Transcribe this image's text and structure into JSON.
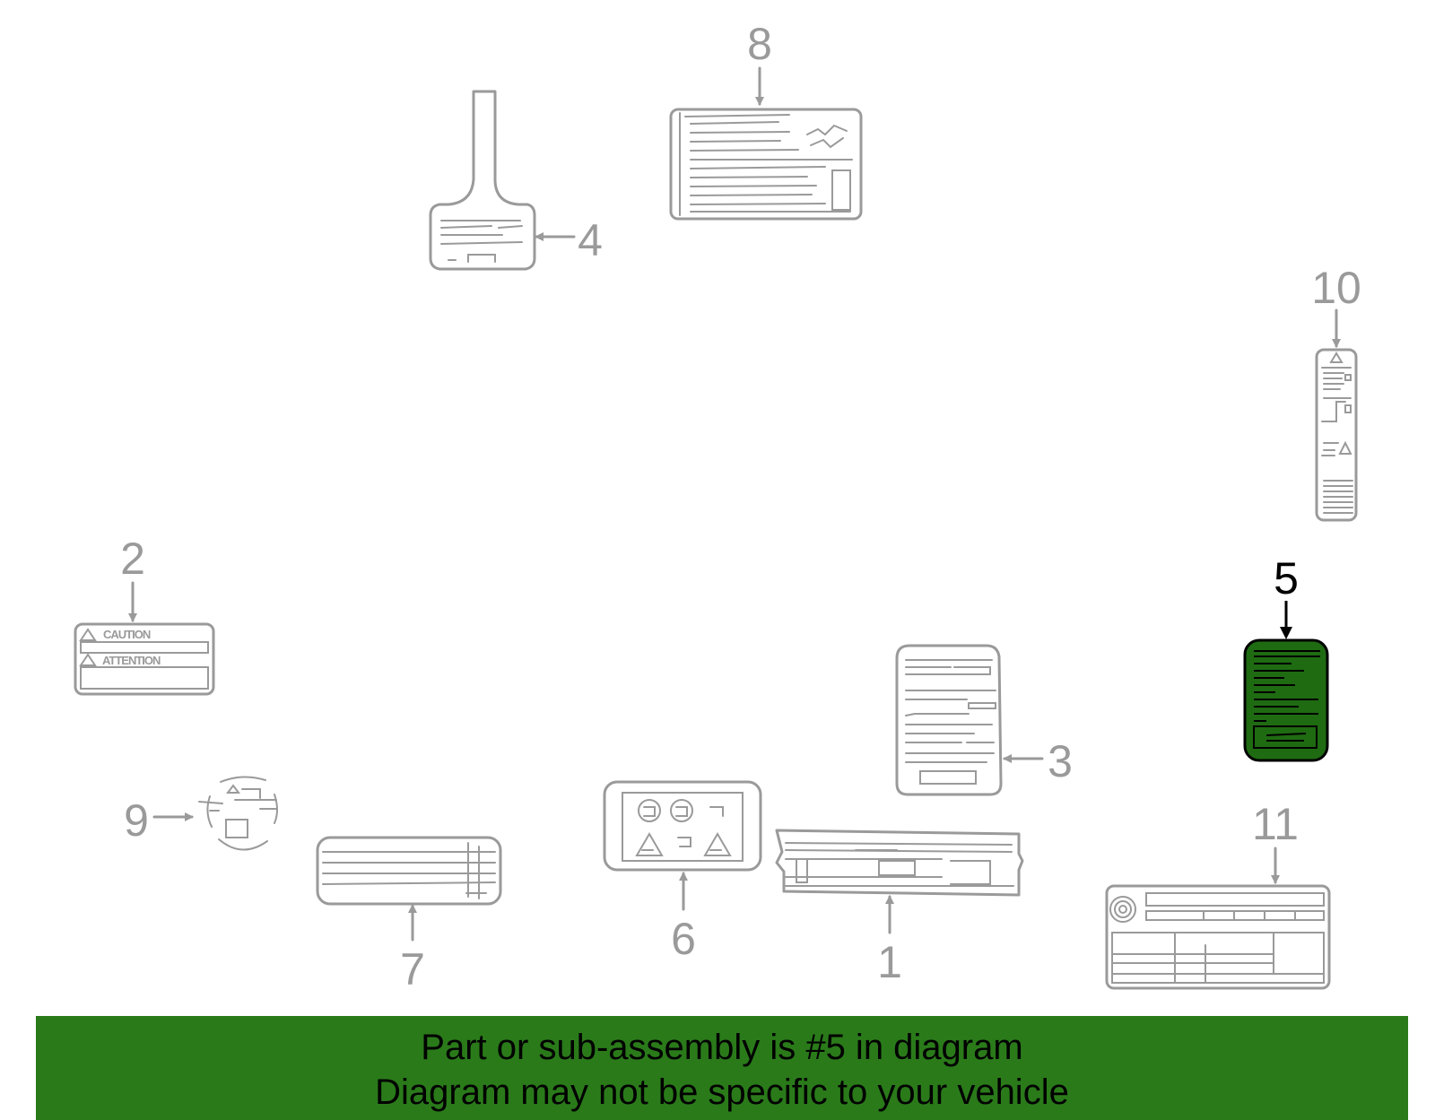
{
  "colors": {
    "highlight_fill": "#1f6b12",
    "banner_bg": "#2a7a1a",
    "part_stroke": "#9a9a9a",
    "highlight_stroke": "#000000"
  },
  "callouts": {
    "c1": "1",
    "c2": "2",
    "c3": "3",
    "c4": "4",
    "c5": "5",
    "c6": "6",
    "c7": "7",
    "c8": "8",
    "c9": "9",
    "c10": "10",
    "c11": "11"
  },
  "highlighted_part": "5",
  "label2": {
    "caution": "CAUTION",
    "attention": "ATTENTION"
  },
  "banner": {
    "line1": "Part or sub-assembly is #5 in diagram",
    "line2": "Diagram may not be specific to your vehicle"
  }
}
